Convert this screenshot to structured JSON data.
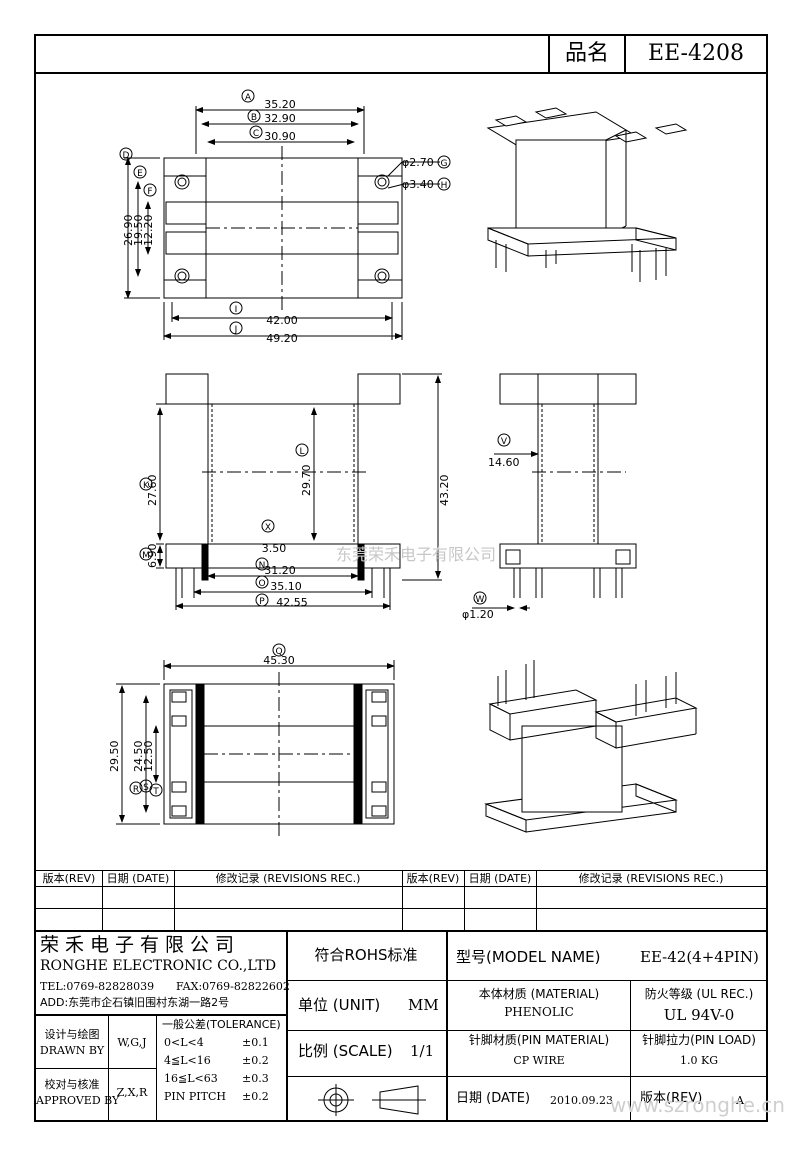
{
  "header": {
    "name_label": "品名",
    "part_no": "EE-4208"
  },
  "drawing": {
    "top_view": {
      "balloon_a": "A",
      "dim_a": "35.20",
      "balloon_b": "B",
      "dim_b": "32.90",
      "balloon_c": "C",
      "dim_c": "30.90",
      "balloon_d": "D",
      "dim_d": "26.90",
      "balloon_e": "E",
      "dim_e": "19.50",
      "balloon_f": "F",
      "dim_f": "12.20",
      "balloon_g": "G",
      "dim_g": "φ2.70",
      "balloon_h": "H",
      "dim_h": "φ3.40",
      "balloon_i": "I",
      "dim_i": "42.00",
      "balloon_j": "J",
      "dim_j": "49.20"
    },
    "front_view": {
      "balloon_k": "K",
      "dim_k": "27.60",
      "balloon_l": "L",
      "dim_l": "29.70",
      "balloon_m": "M",
      "dim_m": "6.90",
      "balloon_n": "N",
      "dim_n": "31.20",
      "balloon_o": "O",
      "dim_o": "35.10",
      "balloon_p": "P",
      "dim_p": "42.55",
      "balloon_x": "X",
      "dim_x": "3.50",
      "dim_total": "43.20"
    },
    "side_view": {
      "balloon_v": "V",
      "dim_v": "14.60",
      "balloon_w": "W",
      "dim_w": "φ1.20"
    },
    "bottom_view": {
      "balloon_q": "Q",
      "dim_q": "45.30",
      "dim_r": "29.50",
      "balloon_r": "R",
      "dim_s": "24.50",
      "balloon_s": "S",
      "dim_t": "12.50",
      "balloon_t": "T"
    },
    "watermark_center": "东莞荣禾电子有限公司",
    "watermark_url": "www.szronghe.cn"
  },
  "revisions": {
    "col_rev": "版本(REV)",
    "col_date": "日期 (DATE)",
    "col_rec": "修改记录 (REVISIONS REC.)"
  },
  "company": {
    "name_cn": "荣禾电子有限公司",
    "name_en": "RONGHE ELECTRONIC CO.,LTD",
    "tel": "TEL:0769-82828039",
    "fax": "FAX:0769-82822602",
    "addr": "ADD:东莞市企石镇旧围村东湖一路2号"
  },
  "signoff": {
    "drawn_cn": "设计与绘图",
    "drawn_en": "DRAWN BY",
    "drawn_val": "W,G,J",
    "approved_cn": "校对与核准",
    "approved_en": "APPROVED BY",
    "approved_val": "Z,X,R"
  },
  "tolerance": {
    "title": "一般公差(TOLERANCE)",
    "r1_range": "0<L<4",
    "r1_val": "±0.1",
    "r2_range": "4≦L<16",
    "r2_val": "±0.2",
    "r3_range": "16≦L<63",
    "r3_val": "±0.3",
    "r4_range": "PIN PITCH",
    "r4_val": "±0.2"
  },
  "specs": {
    "rohs": "符合ROHS标准",
    "unit_label": "单位 (UNIT)",
    "unit_val": "MM",
    "scale_label": "比例 (SCALE)",
    "scale_val": "1/1",
    "model_label": "型号(MODEL NAME)",
    "model_val": "EE-42(4+4PIN)",
    "material_label": "本体材质 (MATERIAL)",
    "material_val": "PHENOLIC",
    "fire_label": "防火等级 (UL REC.)",
    "fire_val": "UL 94V-0",
    "pin_mat_label": "针脚材质(PIN MATERIAL)",
    "pin_mat_val": "CP WIRE",
    "pin_load_label": "针脚拉力(PIN LOAD)",
    "pin_load_val": "1.0 KG",
    "date_label": "日期 (DATE)",
    "date_val": "2010.09.23",
    "rev_label": "版本(REV)",
    "rev_val": "A"
  }
}
